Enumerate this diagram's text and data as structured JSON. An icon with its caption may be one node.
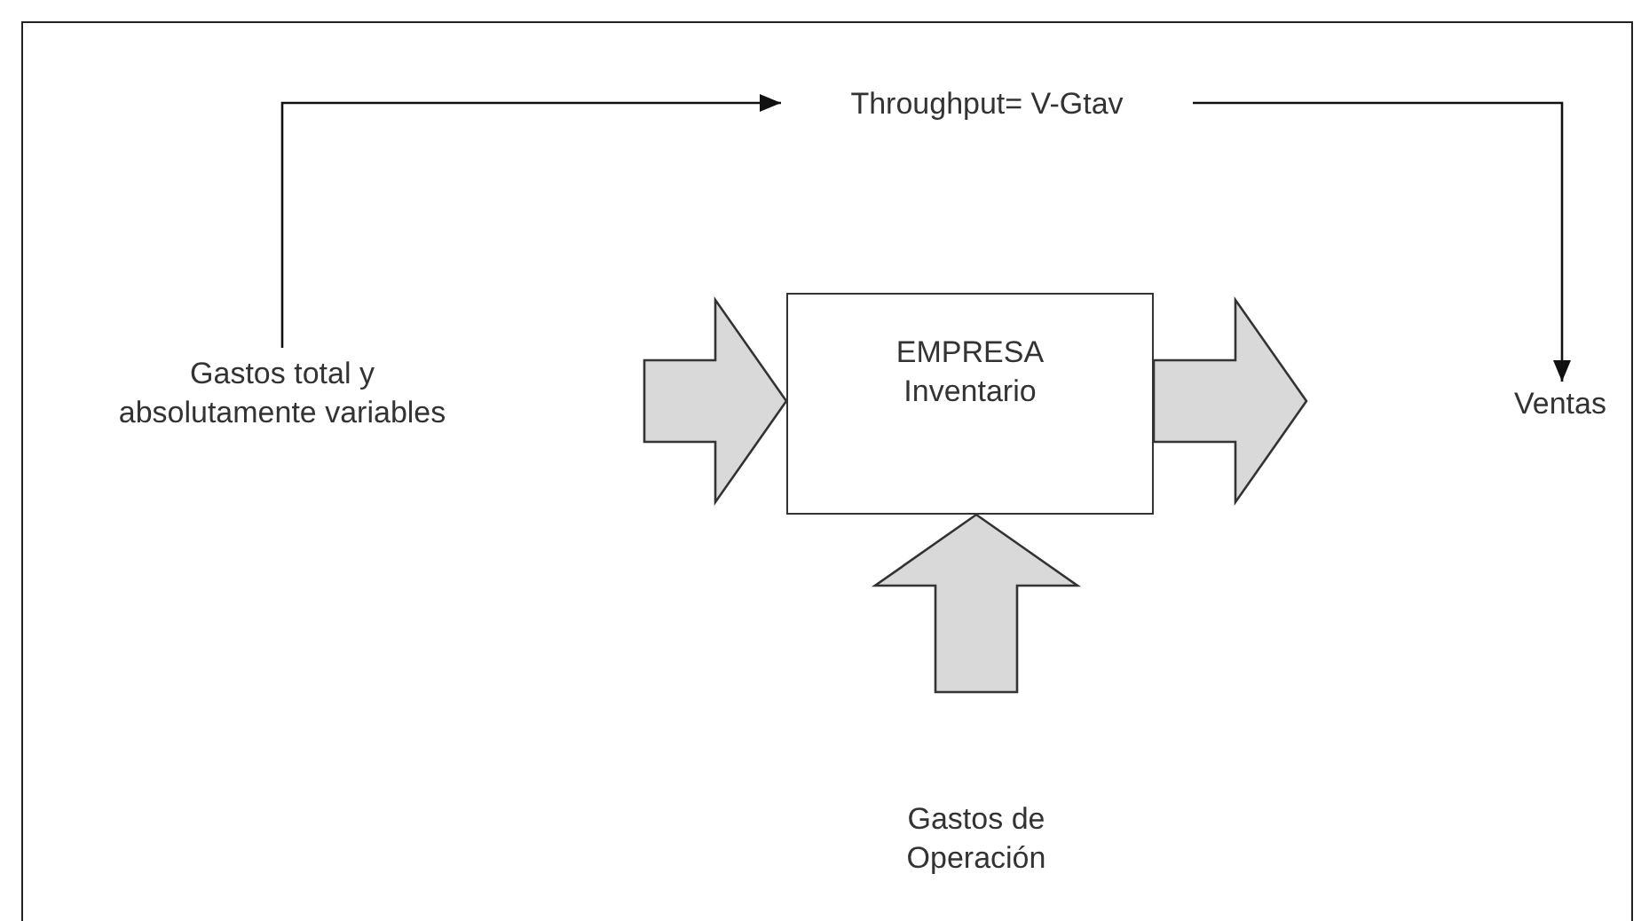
{
  "diagram": {
    "nodes": [
      {
        "text": [
          "Gastos total y absolutamente variables"
        ]
      },
      {
        "text": [
          "Throughput= V-Gtav"
        ]
      },
      {
        "text": [
          "EMPRESA Inventario"
        ]
      },
      {
        "text": [
          "Ventas"
        ]
      },
      {
        "text": [
          "Gastos de Operación"
        ]
      }
    ],
    "edges": [
      {
        "from": 0,
        "to": 1,
        "arrow": "to"
      },
      {
        "from": 1,
        "to": 3,
        "arrow": "to"
      },
      {
        "from": null,
        "to": 2,
        "arrow": "to",
        "style": "thick"
      },
      {
        "from": 2,
        "to": null,
        "arrow": "to",
        "style": "thick"
      },
      {
        "from": 4,
        "to": 2,
        "arrow": "to",
        "style": "thick"
      }
    ]
  }
}
